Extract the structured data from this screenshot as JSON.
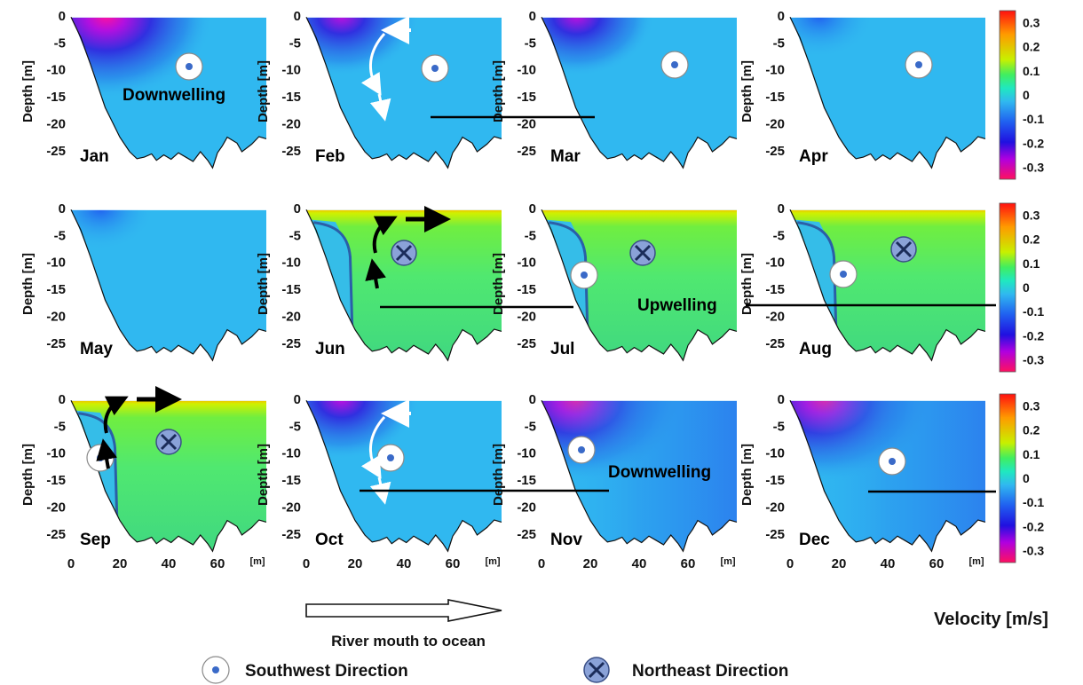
{
  "chart_data": {
    "type": "heatmap",
    "panels": [
      {
        "month": "Jan",
        "regime": "downwelling",
        "annotation": "Downwelling",
        "direction": "southwest"
      },
      {
        "month": "Feb",
        "regime": "downwelling",
        "annotation": "",
        "direction": "southwest",
        "arrows": "white"
      },
      {
        "month": "Mar",
        "regime": "downwelling",
        "annotation": "",
        "direction": "southwest"
      },
      {
        "month": "Apr",
        "regime": "weak",
        "annotation": "",
        "direction": "southwest"
      },
      {
        "month": "May",
        "regime": "weak",
        "annotation": "",
        "direction": ""
      },
      {
        "month": "Jun",
        "regime": "upwelling",
        "annotation": "",
        "direction": "northeast",
        "arrows": "black"
      },
      {
        "month": "Jul",
        "regime": "upwelling",
        "annotation": "Upwelling",
        "direction": "both"
      },
      {
        "month": "Aug",
        "regime": "upwelling",
        "annotation": "",
        "direction": "both"
      },
      {
        "month": "Sep",
        "regime": "upwelling",
        "annotation": "",
        "direction": "both",
        "arrows": "black"
      },
      {
        "month": "Oct",
        "regime": "downwelling",
        "annotation": "",
        "direction": "southwest",
        "arrows": "white"
      },
      {
        "month": "Nov",
        "regime": "downwelling",
        "annotation": "Downwelling",
        "direction": "southwest"
      },
      {
        "month": "Dec",
        "regime": "downwelling",
        "annotation": "",
        "direction": "southwest"
      }
    ],
    "ylabel": "Depth [m]",
    "y_ticks": [
      "0",
      "-5",
      "-10",
      "-15",
      "-20",
      "-25"
    ],
    "x_ticks": [
      "0",
      "20",
      "40",
      "60"
    ],
    "x_unit": "[m]",
    "xlim": [
      0,
      80
    ],
    "ylim": [
      -28,
      0
    ],
    "colorbar": {
      "ticks": [
        "0.3",
        "0.2",
        "0.1",
        "0",
        "-0.1",
        "-0.2",
        "-0.3"
      ],
      "range": [
        -0.35,
        0.35
      ],
      "title": "Velocity [m/s]"
    }
  },
  "legend": {
    "southwest": "Southwest Direction",
    "northeast": "Northeast Direction"
  },
  "caption": "River mouth to ocean",
  "colors": {
    "positive_max": "#ff2020",
    "negative_max": "#ff00aa",
    "zero": "#30b8f0",
    "upwelling_green": "#50e870"
  }
}
